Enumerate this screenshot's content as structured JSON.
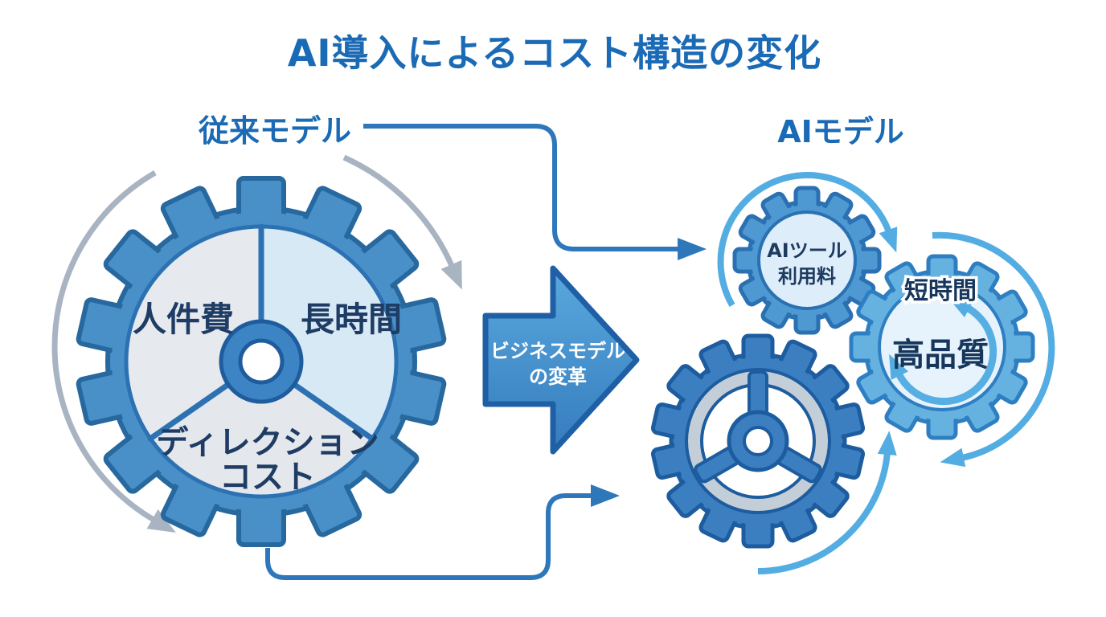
{
  "title": "AI導入によるコスト構造の変化",
  "traditional": {
    "label": "従来モデル",
    "segment_labor": "人件費",
    "segment_long_hours": "長時間",
    "segment_direction_line1": "ディレクション",
    "segment_direction_line2": "コスト"
  },
  "transition": {
    "line1": "ビジネスモデル",
    "line2": "の変革"
  },
  "ai": {
    "label": "AIモデル",
    "tool_fee_line1": "AIツール",
    "tool_fee_line2": "利用料",
    "short_time": "短時間",
    "high_quality": "高品質"
  },
  "icons": {
    "left_gear": "gear-icon",
    "drive_gear": "wheel-gear-icon",
    "tool_gear": "gear-icon",
    "quality_gear": "gear-icon",
    "cycle_arrows": "rotation-arrow-icon"
  },
  "colors": {
    "title_text": "#1a6ab5",
    "gear_body_blue": "#4a90c8",
    "gear_outline": "#27699f",
    "drive_gear_blue": "#3b7fc1",
    "light_gear_blue": "#65b1e0",
    "tool_gear_blue": "#4e99d2",
    "segment_gray": "#e6e9ed",
    "segment_light_blue": "#d8e9f6",
    "arrow_gradient_top": "#5aa8de",
    "arrow_gradient_bottom": "#357cbd",
    "connector_blue": "#2e77ba",
    "cycle_arrow_blue": "#54ade2",
    "gray_arrow": "#a9b4c2",
    "label_navy": "#1e3c64",
    "silver_ring": "#c3ced8",
    "background": "#ffffff"
  }
}
